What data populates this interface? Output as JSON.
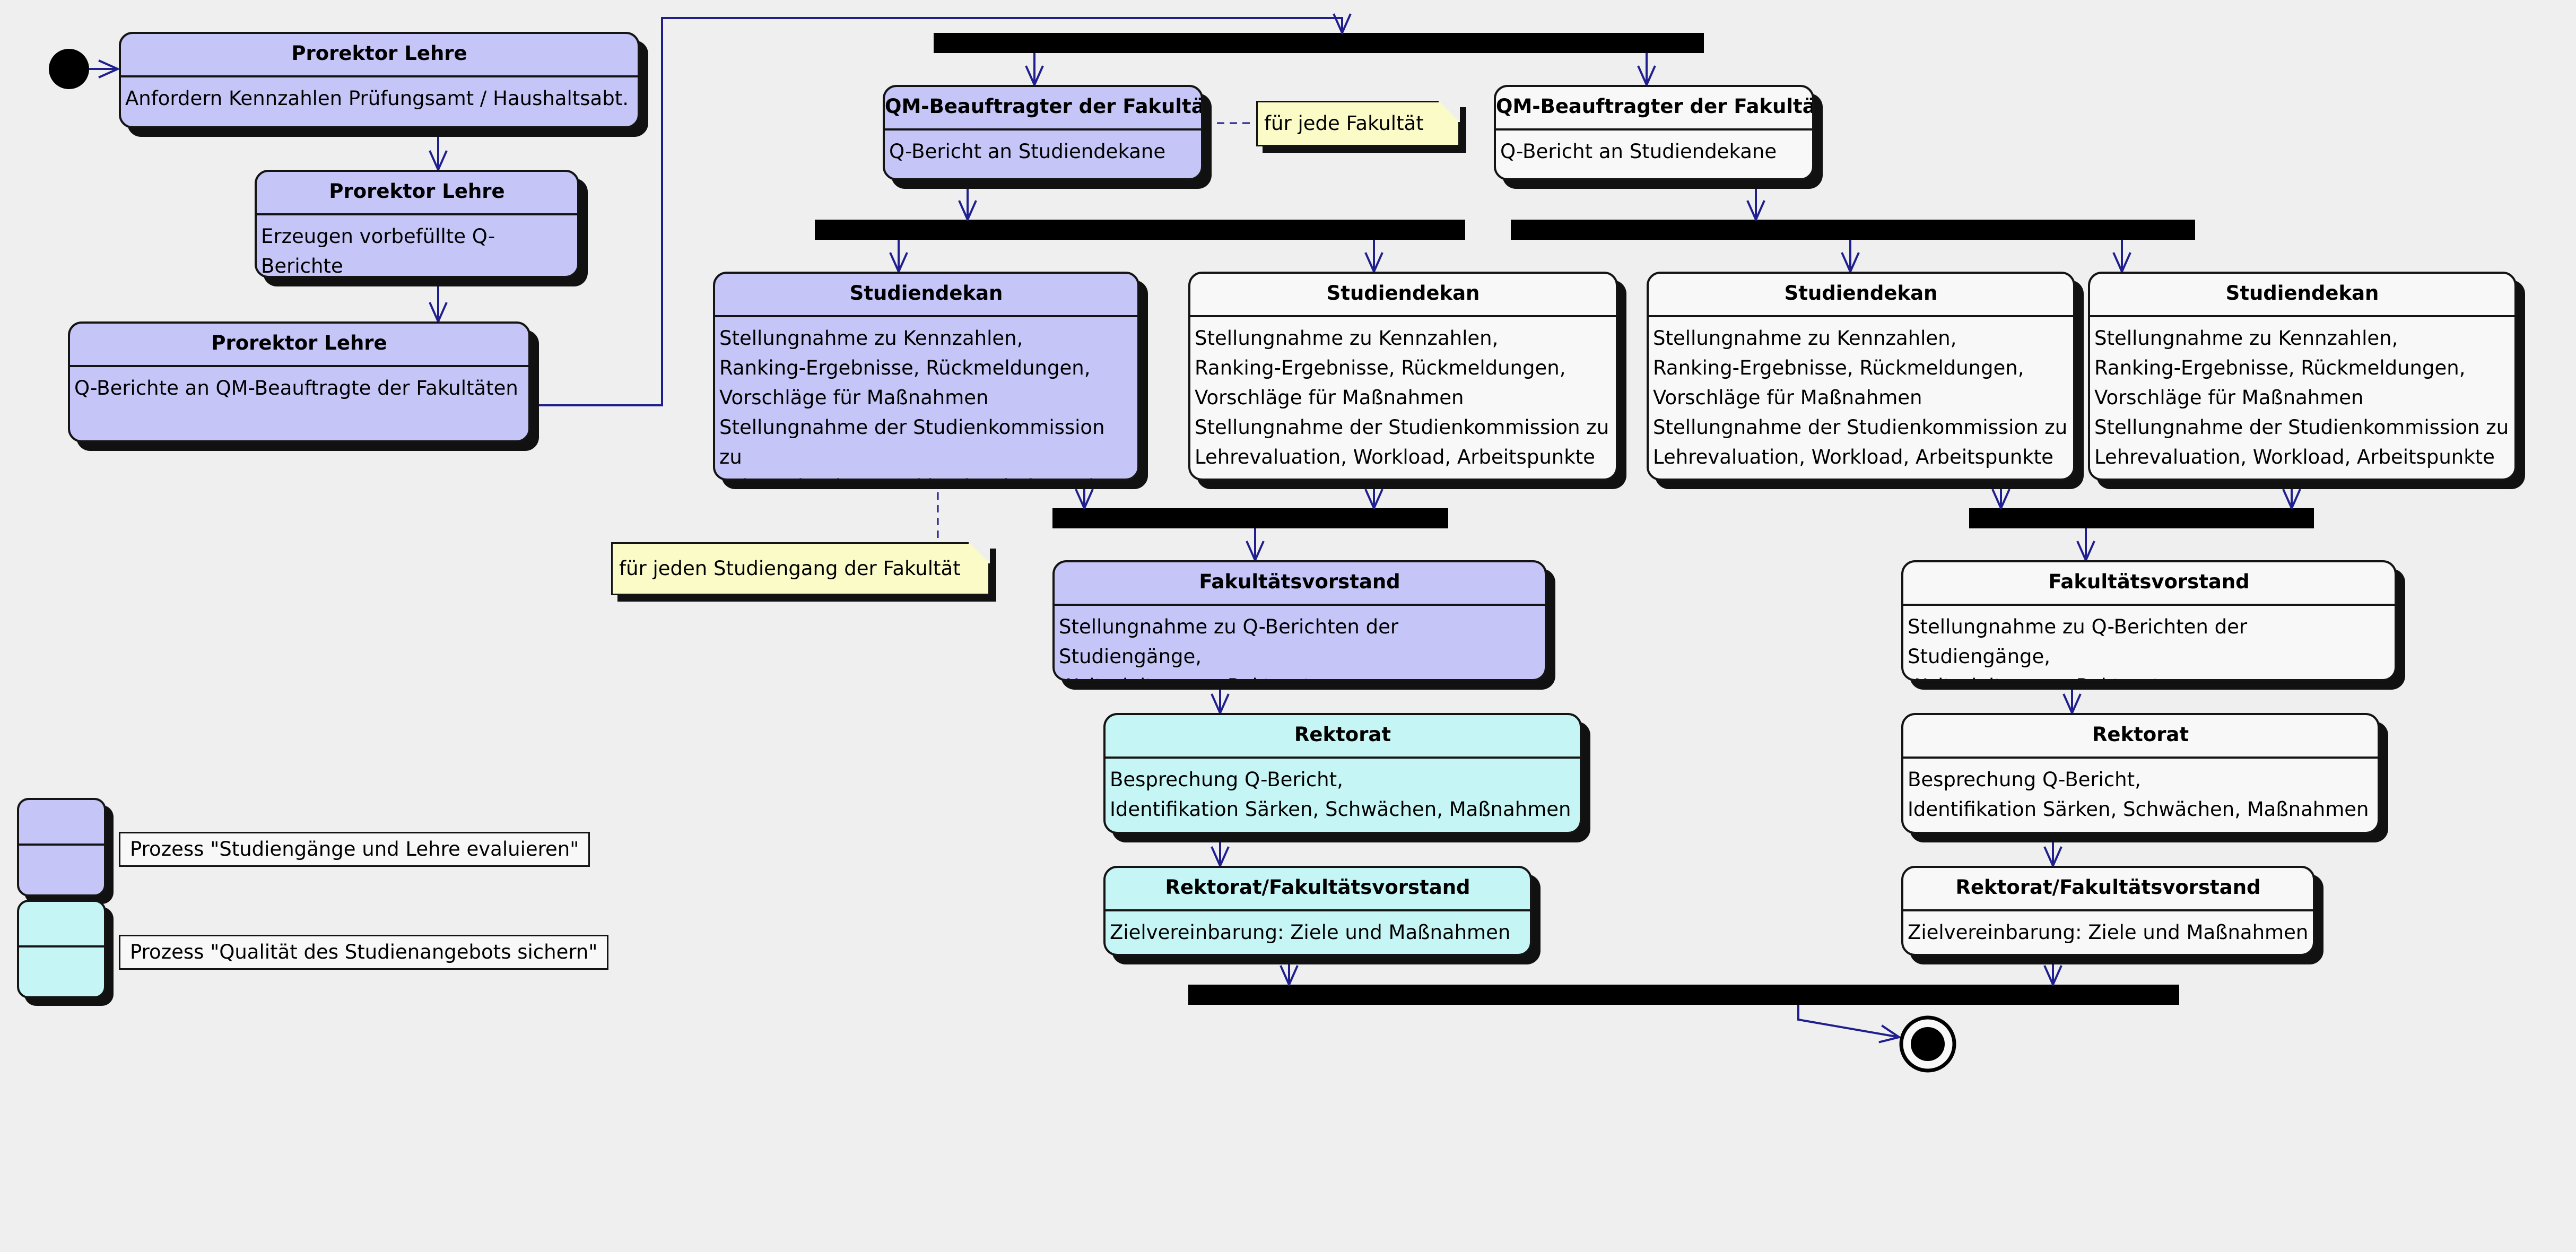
{
  "colors": {
    "background": "#efefef",
    "process_evaluate": "#c5c5f7",
    "process_quality": "#c5f5f4",
    "neutral": "#f8f8f8",
    "note": "#fbfbc8",
    "arrow": "#1f1f8f"
  },
  "states": {
    "pl1": {
      "title": "Prorektor Lehre",
      "body": "Anfordern Kennzahlen Prüfungsamt / Haushaltsabt."
    },
    "pl2": {
      "title": "Prorektor Lehre",
      "body": "Erzeugen vorbefüllte Q-Berichte"
    },
    "pl3": {
      "title": "Prorektor Lehre",
      "body": "Q-Berichte an QM-Beauftragte der Fakultäten"
    },
    "qm1": {
      "title": "QM-Beauftragter der Fakultät",
      "body": "Q-Bericht an Studiendekane"
    },
    "qm2": {
      "title": "QM-Beauftragter der Fakultät",
      "body": "Q-Bericht an Studiendekane"
    },
    "sd1": {
      "title": "Studiendekan",
      "body": "Stellungnahme zu Kennzahlen,\nRanking-Ergebnisse, Rückmeldungen,\nVorschläge für Maßnahmen\nStellungnahme der Studienkommission zu\nLehrevaluation, Workload, Arbeitspunkte"
    },
    "sd2": {
      "title": "Studiendekan",
      "body": "Stellungnahme zu Kennzahlen,\nRanking-Ergebnisse, Rückmeldungen,\nVorschläge für Maßnahmen\nStellungnahme der Studienkommission zu\nLehrevaluation, Workload, Arbeitspunkte"
    },
    "sd3": {
      "title": "Studiendekan",
      "body": "Stellungnahme zu Kennzahlen,\nRanking-Ergebnisse, Rückmeldungen,\nVorschläge für Maßnahmen\nStellungnahme der Studienkommission zu\nLehrevaluation, Workload, Arbeitspunkte"
    },
    "sd4": {
      "title": "Studiendekan",
      "body": "Stellungnahme zu Kennzahlen,\nRanking-Ergebnisse, Rückmeldungen,\nVorschläge für Maßnahmen\nStellungnahme der Studienkommission zu\nLehrevaluation, Workload, Arbeitspunkte"
    },
    "fv1": {
      "title": "Fakultätsvorstand",
      "body": "Stellungnahme zu Q-Berichten der Studiengänge,\nWeiterleitung an Rektorat"
    },
    "fv2": {
      "title": "Fakultätsvorstand",
      "body": "Stellungnahme zu Q-Berichten der Studiengänge,\nWeiterleitung an Rektorat"
    },
    "rk1": {
      "title": "Rektorat",
      "body": "Besprechung Q-Bericht,\nIdentifikation Särken, Schwächen, Maßnahmen"
    },
    "rk2": {
      "title": "Rektorat",
      "body": "Besprechung Q-Bericht,\nIdentifikation Särken, Schwächen, Maßnahmen"
    },
    "rf1": {
      "title": "Rektorat/Fakultätsvorstand",
      "body": "Zielvereinbarung: Ziele und Maßnahmen"
    },
    "rf2": {
      "title": "Rektorat/Fakultätsvorstand",
      "body": "Zielvereinbarung: Ziele und Maßnahmen"
    }
  },
  "notes": {
    "faculty": "für jede Fakultät",
    "program": "für jeden Studiengang der Fakultät"
  },
  "legend": {
    "evaluate": "Prozess \"Studiengänge und Lehre evaluieren\"",
    "quality": "Prozess \"Qualität des Studienangebots sichern\""
  }
}
